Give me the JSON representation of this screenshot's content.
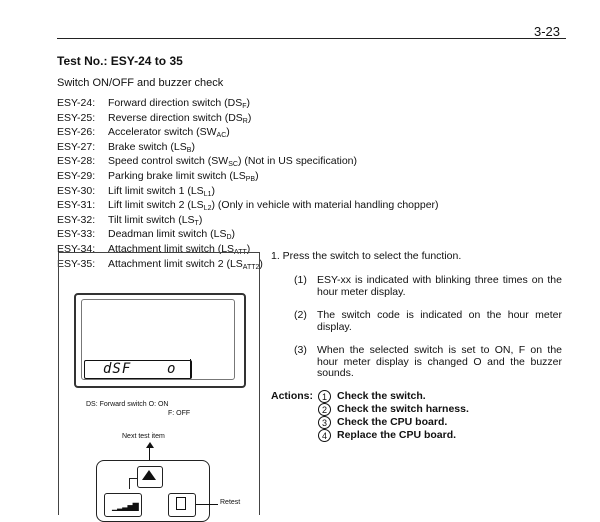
{
  "page_number": "3-23",
  "test_no": "Test No.:  ESY-24 to 35",
  "subtitle": "Switch ON/OFF and buzzer check",
  "esy_items": [
    {
      "code": "ESY-24:",
      "desc": "Forward direction switch (DS",
      "sub": "F",
      "tail": ")"
    },
    {
      "code": "ESY-25:",
      "desc": "Reverse direction switch (DS",
      "sub": "R",
      "tail": ")"
    },
    {
      "code": "ESY-26:",
      "desc": "Accelerator switch (SW",
      "sub": "AC",
      "tail": ")"
    },
    {
      "code": "ESY-27:",
      "desc": "Brake switch (LS",
      "sub": "B",
      "tail": ")"
    },
    {
      "code": "ESY-28:",
      "desc": "Speed control switch (SW",
      "sub": "SC",
      "tail": ") (Not in US specification)"
    },
    {
      "code": "ESY-29:",
      "desc": "Parking brake limit switch (LS",
      "sub": "PB",
      "tail": ")"
    },
    {
      "code": "ESY-30:",
      "desc": "Lift limit switch 1 (LS",
      "sub": "L1",
      "tail": ")"
    },
    {
      "code": "ESY-31:",
      "desc": "Lift limit switch 2 (LS",
      "sub": "L2",
      "tail": ") (Only in vehicle with material handling chopper)"
    },
    {
      "code": "ESY-32:",
      "desc": "Tilt limit switch (LS",
      "sub": "T",
      "tail": ")"
    },
    {
      "code": "ESY-33:",
      "desc": "Deadman limit switch (LS",
      "sub": "D",
      "tail": ")"
    },
    {
      "code": "ESY-34:",
      "desc": "Attachment limit switch (LS",
      "sub": "ATT",
      "tail": ")"
    },
    {
      "code": "ESY-35:",
      "desc": "Attachment limit switch 2 (LS",
      "sub": "ATT2",
      "tail": ")"
    }
  ],
  "display": {
    "code": "dSF",
    "state": "o"
  },
  "caption": {
    "line1": "DS:   Forward switch  O: ON",
    "line2": "F: OFF"
  },
  "next_test_label": "Next test item",
  "retest_label": "Retest",
  "step1": "1.    Press the switch to select the function.",
  "sub_steps": [
    {
      "num": "(1)",
      "text": "ESY-xx is indicated with blinking three times on the hour meter display."
    },
    {
      "num": "(2)",
      "text": "The switch code is indicated on the hour meter display."
    },
    {
      "num": "(3)",
      "text": "When the selected switch is set to ON, F on the hour meter display is changed O and the buzzer sounds."
    }
  ],
  "actions_label": "Actions:",
  "actions": [
    {
      "num": "1",
      "text": "Check the switch."
    },
    {
      "num": "2",
      "text": "Check the switch harness."
    },
    {
      "num": "3",
      "text": "Check the CPU board."
    },
    {
      "num": "4",
      "text": "Replace the CPU board."
    }
  ]
}
